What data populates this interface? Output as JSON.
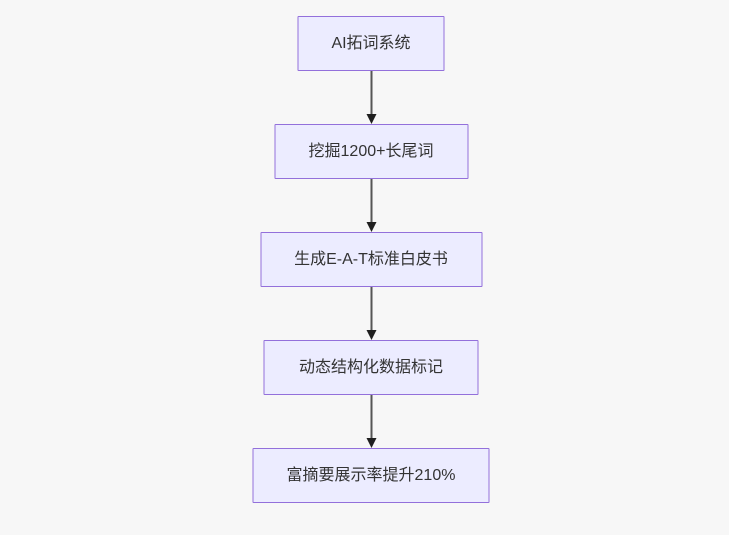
{
  "page": {
    "background": "#f7f7f7"
  },
  "diagram": {
    "type": "flowchart",
    "direction": "top-down",
    "node_fill": "#ececff",
    "node_border": "#9370db",
    "node_text_color": "#333333",
    "edge_line_color": "#565656",
    "arrowhead_color": "#1f1f1f",
    "nodes": [
      {
        "label": "AI拓词系统"
      },
      {
        "label": "挖掘1200+长尾词"
      },
      {
        "label": "生成E-A-T标准白皮书"
      },
      {
        "label": "动态结构化数据标记"
      },
      {
        "label": "富摘要展示率提升210%"
      }
    ],
    "edges": [
      {
        "from": 0,
        "to": 1
      },
      {
        "from": 1,
        "to": 2
      },
      {
        "from": 2,
        "to": 3
      },
      {
        "from": 3,
        "to": 4
      }
    ]
  }
}
